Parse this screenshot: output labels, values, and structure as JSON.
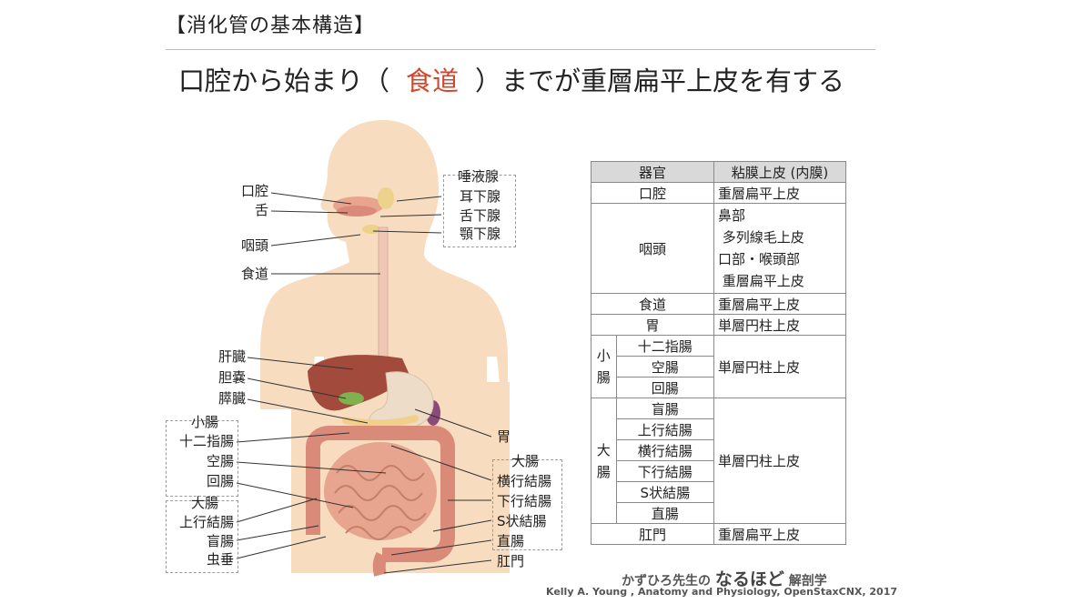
{
  "header": "【消化管の基本構造】",
  "subtitle": {
    "before": "口腔から始まり（",
    "answer": "食道",
    "after": "）までが重層扁平上皮を有する"
  },
  "colors": {
    "answer": "#d2472b",
    "table_header": "#d9d9d9"
  },
  "diagram": {
    "labels_left": {
      "mouth": "口腔",
      "tongue": "舌",
      "pharynx": "咽頭",
      "esophagus": "食道",
      "liver": "肝臓",
      "gallbladder": "胆嚢",
      "pancreas": "膵臓",
      "small_intestine": "小腸",
      "duodenum": "十二指腸",
      "jejunum": "空腸",
      "ileum": "回腸",
      "large_intestine": "大腸",
      "ascending_colon": "上行結腸",
      "cecum": "盲腸",
      "appendix": "虫垂"
    },
    "labels_right": {
      "salivary_glands": "唾液腺",
      "parotid": "耳下腺",
      "sublingual": "舌下腺",
      "submandibular": "顎下腺",
      "stomach": "胃",
      "large_intestine": "大腸",
      "transverse_colon": "横行結腸",
      "descending_colon": "下行結腸",
      "sigmoid_colon": "S状結腸",
      "rectum": "直腸",
      "anus": "肛門"
    }
  },
  "table": {
    "headers": [
      "器官",
      "粘膜上皮 (内膜)"
    ],
    "oral": {
      "organ": "口腔",
      "epithelium": "重層扁平上皮"
    },
    "pharynx": {
      "organ": "咽頭",
      "lines": [
        "鼻部",
        " 多列線毛上皮",
        "口部・喉頭部",
        " 重層扁平上皮"
      ]
    },
    "esophagus": {
      "organ": "食道",
      "epithelium": "重層扁平上皮"
    },
    "stomach": {
      "organ": "胃",
      "epithelium": "単層円柱上皮"
    },
    "small": {
      "group": "小腸",
      "parts": [
        "十二指腸",
        "空腸",
        "回腸"
      ],
      "epithelium": "単層円柱上皮"
    },
    "large": {
      "group": "大腸",
      "parts": [
        "盲腸",
        "上行結腸",
        "横行結腸",
        "下行結腸",
        "S状結腸",
        "直腸"
      ],
      "epithelium": "単層円柱上皮"
    },
    "anus": {
      "organ": "肛門",
      "epithelium": "重層扁平上皮"
    }
  },
  "brand": {
    "prefix": "かずひろ先生の",
    "big": "なるほど",
    "suffix": "解剖学"
  },
  "credit": "Kelly A. Young , Anatomy and Physiology, OpenStaxCNX, 2017"
}
